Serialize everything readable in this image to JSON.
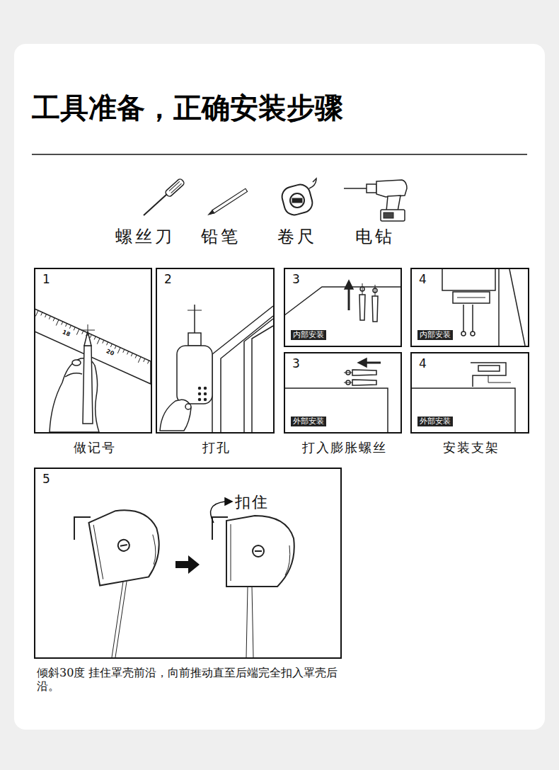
{
  "diagram": {
    "title": "工具准备，正确安装步骤",
    "nodes": [
      {
        "text": [
          "1",
          "做记号"
        ]
      },
      {
        "text": [
          "2",
          "打孔"
        ]
      },
      {
        "text": [
          "3",
          "内部安装"
        ]
      },
      {
        "text": [
          "4",
          "内部安装"
        ]
      },
      {
        "text": [
          "3",
          "外部安装",
          "打入膨胀螺丝"
        ]
      },
      {
        "text": [
          "4",
          "外部安装",
          "安装支架"
        ]
      },
      {
        "text": [
          "5",
          "扣住",
          "倾斜30度 挂住罩壳前沿，向前推动直至后端完全扣入罩壳后沿。"
        ]
      }
    ],
    "labels": [
      "螺丝刀",
      "铅笔",
      "卷尺",
      "电钻",
      "18",
      "20"
    ]
  }
}
